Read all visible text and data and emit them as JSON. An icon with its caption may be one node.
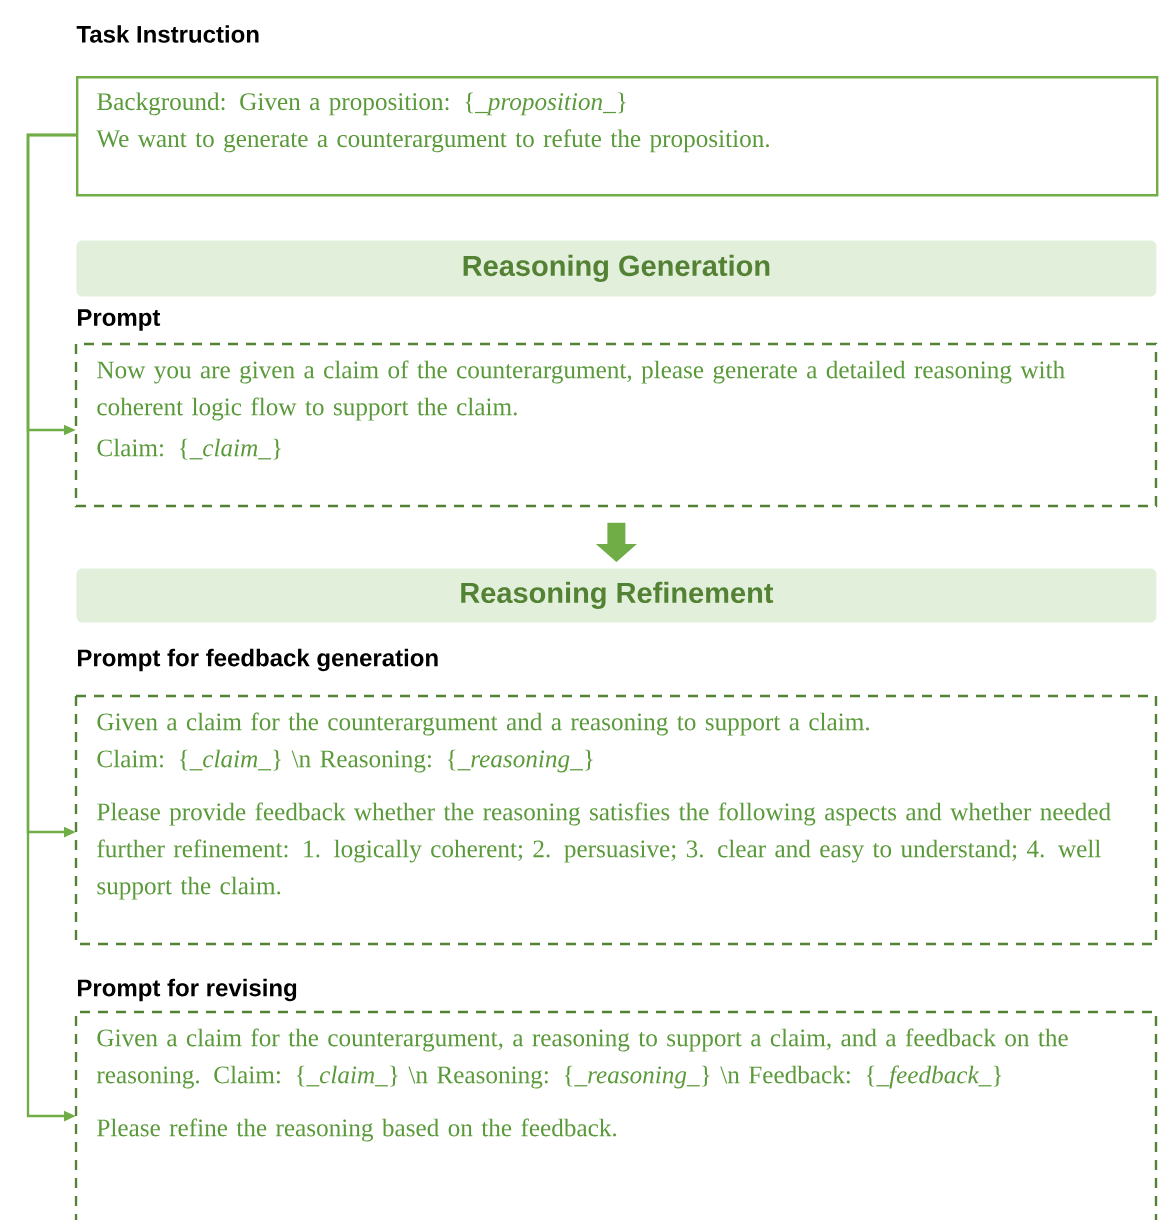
{
  "diagram": {
    "nodes": [
      {
        "text": [
          "Task Instruction",
          "Background: Given a proposition: {*_proposition_*}",
          "We want to generate a counterargument to refute the proposition."
        ]
      },
      {
        "text": [
          "Reasoning Generation"
        ]
      },
      {
        "text": [
          "Prompt",
          "Now you are given a claim of the counterargument, please generate a detailed reasoning with coherent logic flow to support the claim.",
          "Claim: {*_claim_*}"
        ]
      },
      {
        "text": [
          "Reasoning Refinement"
        ]
      },
      {
        "text": [
          "Prompt for feedback generation",
          "Given a claim for the counterargument and a reasoning to support a claim.",
          "Claim: {*_claim_*} \\n Reasoning: {*_reasoning_*}",
          "Please provide feedback whether the reasoning satisfies the following aspects and whether needed further refinement: 1. logically coherent; 2. persuasive; 3. clear and easy to understand; 4. well support the claim."
        ]
      },
      {
        "text": [
          "Prompt for revising",
          "Given a claim for the counterargument, a reasoning to support a claim, and a feedback on the reasoning. Claim: {*_claim_*} \\n Reasoning: {*_reasoning_*} \\n Feedback: {*_feedback_*}",
          "Please refine the reasoning based on the feedback."
        ]
      }
    ],
    "edges": [
      {
        "from": 0,
        "to": 2,
        "arrow": "to"
      },
      {
        "from": 2,
        "to": 3,
        "arrow": "to",
        "style": "thick"
      },
      {
        "from": 0,
        "to": 4,
        "arrow": "to"
      },
      {
        "from": 0,
        "to": 5,
        "arrow": "to"
      }
    ]
  }
}
